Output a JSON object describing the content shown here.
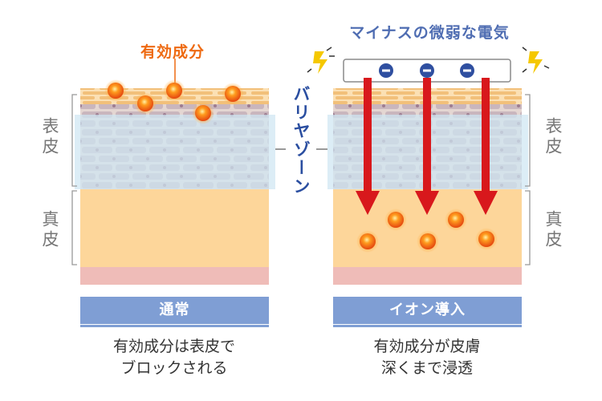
{
  "labels": {
    "active_ingredient": "有効成分",
    "weak_current": "マイナスの微弱な電気",
    "barrier": "バリヤゾーン",
    "epidermis": "表皮",
    "dermis": "真皮"
  },
  "panels": {
    "normal": {
      "title": "通常",
      "caption_line1": "有効成分は表皮で",
      "caption_line2": "ブロックされる"
    },
    "iontophoresis": {
      "title": "イオン導入",
      "caption_line1": "有効成分が皮膚",
      "caption_line2": "深くまで浸透"
    }
  },
  "colors": {
    "barrier_zone": "#cfe6f3",
    "dermis": "#fdd69a",
    "subcutis": "#efbcb8",
    "arrow": "#d8181c",
    "ion": "#2f4fa0",
    "particle": "#f26a1b",
    "title_bar": "#7f9ed4"
  },
  "icons": {
    "lightning_left": "lightning-bolt-icon",
    "lightning_right": "lightning-bolt-icon",
    "ion": "minus-ion-icon"
  }
}
